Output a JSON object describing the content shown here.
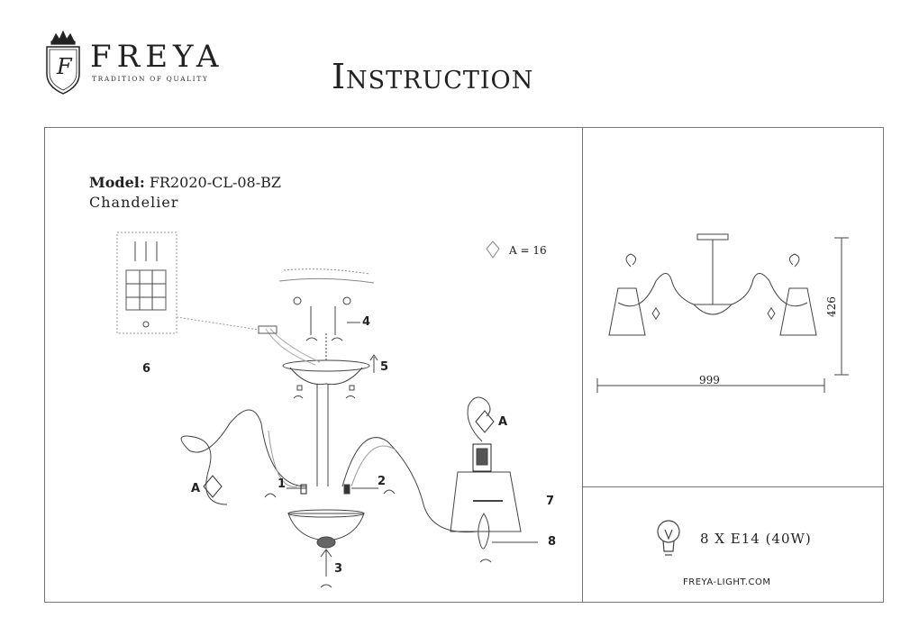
{
  "brand": {
    "name": "FREYA",
    "tagline": "Tradition of Quality",
    "crest_letter": "F"
  },
  "document": {
    "title": "Instruction"
  },
  "model": {
    "label": "Model:",
    "code": "FR2020-CL-08-BZ",
    "type": "Chandelier"
  },
  "parts": {
    "crystal_label": "A = 16",
    "crystal_marker": "A"
  },
  "steps": [
    "1",
    "2",
    "3",
    "4",
    "5",
    "6",
    "7",
    "8"
  ],
  "dimensions": {
    "width": "999",
    "height": "426"
  },
  "bulb": {
    "spec": "8 X E14 (40W)"
  },
  "footer": {
    "website": "FREYA-LIGHT.COM"
  }
}
